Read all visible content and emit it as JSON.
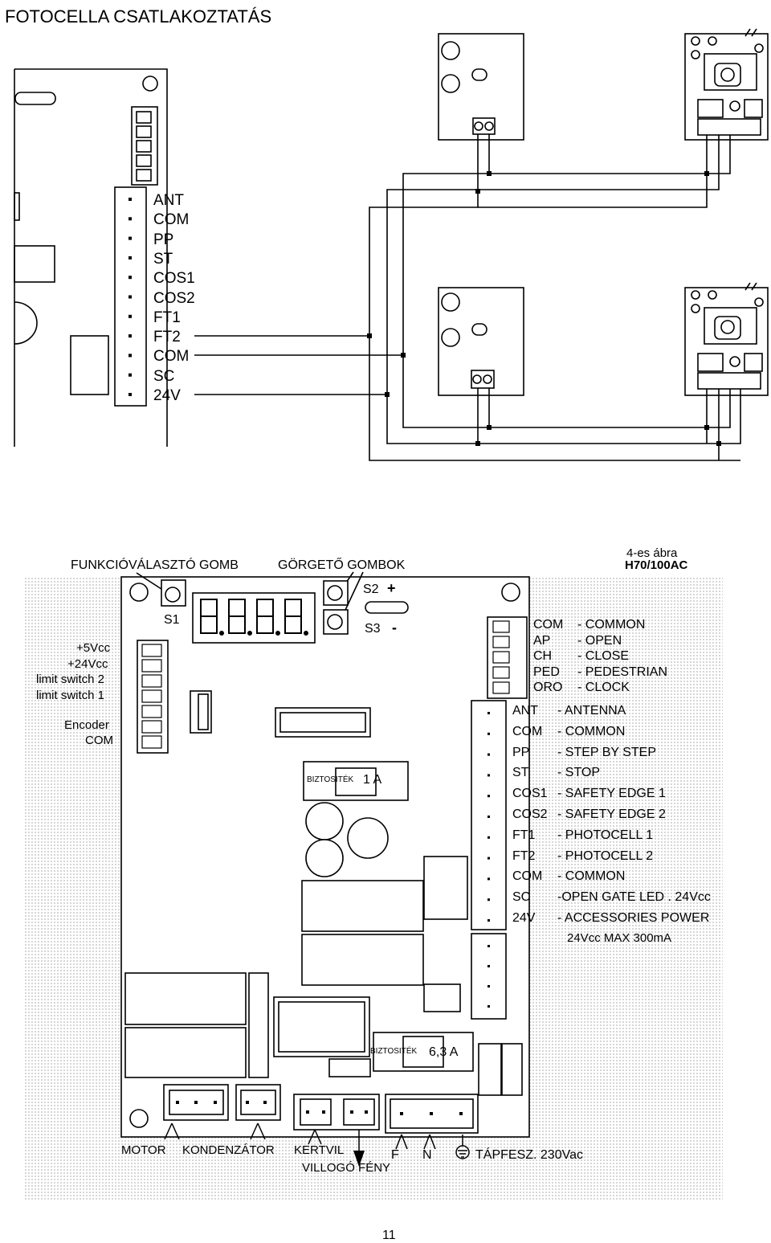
{
  "page_title": "FOTOCELLA CSATLAKOZTATÁS",
  "top_terminals": [
    "ANT",
    "COM",
    "PP",
    "ST",
    "COS1",
    "COS2",
    "FT1",
    "FT2",
    "COM",
    "SC",
    "24V"
  ],
  "bottom": {
    "figure_label": "4-es ábra",
    "model": "H70/100AC",
    "function_button_label": "FUNKCIÓVÁLASZTÓ GOMB",
    "scroll_buttons_label": "GÖRGETŐ GOMBOK",
    "s1": "S1",
    "s2": "S2",
    "s2_sign": "+",
    "s3": "S3",
    "s3_sign": "-",
    "left_labels": [
      "+5Vcc",
      "+24Vcc",
      "limit switch 2",
      "limit switch 1",
      "Encoder",
      "COM"
    ],
    "small_connector": [
      {
        "code": "COM",
        "desc": "- COMMON"
      },
      {
        "code": "AP",
        "desc": "- OPEN"
      },
      {
        "code": "CH",
        "desc": "- CLOSE"
      },
      {
        "code": "PED",
        "desc": "- PEDESTRIAN"
      },
      {
        "code": "ORO",
        "desc": "- CLOCK"
      }
    ],
    "main_connector": [
      {
        "code": "ANT",
        "desc": "- ANTENNA"
      },
      {
        "code": "COM",
        "desc": "- COMMON"
      },
      {
        "code": "PP",
        "desc": "- STEP BY STEP"
      },
      {
        "code": "ST",
        "desc": "- STOP"
      },
      {
        "code": "COS1",
        "desc": "- SAFETY EDGE 1"
      },
      {
        "code": "COS2",
        "desc": "- SAFETY EDGE 2"
      },
      {
        "code": "FT1",
        "desc": "- PHOTOCELL 1"
      },
      {
        "code": "FT2",
        "desc": "- PHOTOCELL 2"
      },
      {
        "code": "COM",
        "desc": "- COMMON"
      },
      {
        "code": "SC",
        "desc": "-OPEN GATE LED . 24Vcc"
      },
      {
        "code": "24V",
        "desc": "- ACCESSORIES POWER"
      }
    ],
    "accessories_max": "24Vcc MAX 300mA",
    "fuse1_word": "BIZTOSITÉK",
    "fuse1_value": "1 A",
    "fuse2_word": "BIZTOSITÉK",
    "fuse2_value": "6,3 A",
    "motor": "MOTOR",
    "kondenzator": "KONDENZÁTOR",
    "kertvil": "KERTVIL",
    "villogo": "VILLOGÓ FÉNY",
    "f": "F",
    "n": "N",
    "tapfesz": "TÁPFESZ. 230Vac"
  },
  "page_number": "11"
}
